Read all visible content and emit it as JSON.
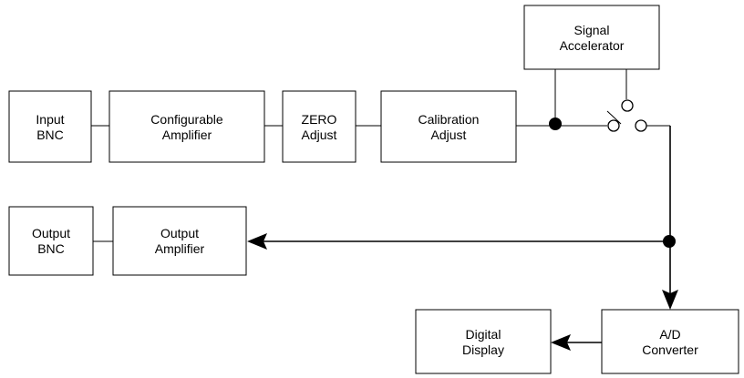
{
  "blocks": {
    "input_bnc": [
      "Input",
      "BNC"
    ],
    "configurable_amplifier": [
      "Configurable",
      "Amplifier"
    ],
    "zero_adjust": [
      "ZERO",
      "Adjust"
    ],
    "calibration_adjust": [
      "Calibration",
      "Adjust"
    ],
    "signal_accelerator": [
      "Signal",
      "Accelerator"
    ],
    "output_bnc": [
      "Output",
      "BNC"
    ],
    "output_amplifier": [
      "Output",
      "Amplifier"
    ],
    "digital_display": [
      "Digital",
      "Display"
    ],
    "ad_converter": [
      "A/D",
      "Converter"
    ]
  }
}
